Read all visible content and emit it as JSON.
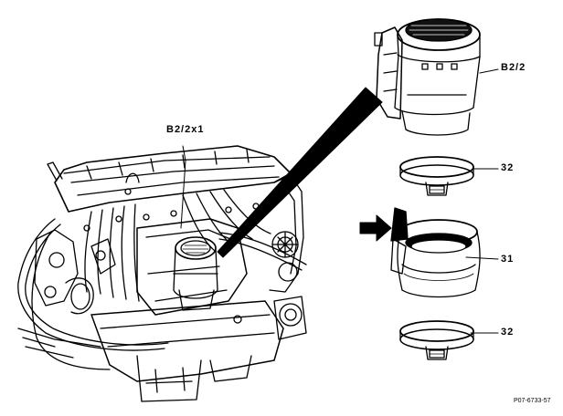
{
  "labels": {
    "sensor_connector": "B2/2x1",
    "air_mass_sensor": "B2/2",
    "clamp_upper": "32",
    "intake_bellows": "31",
    "clamp_lower": "32"
  },
  "figure_code": "P07-6733-57",
  "colors": {
    "ink": "#000000",
    "paper": "#ffffff"
  }
}
